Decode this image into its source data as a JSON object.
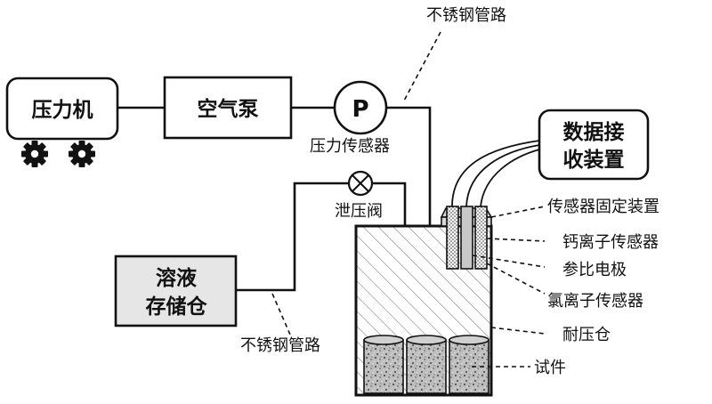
{
  "labels": {
    "compressor": "压力机",
    "air_pump": "空气泵",
    "pressure_gauge_symbol": "P",
    "pressure_sensor": "压力传感器",
    "pipe_top": "不锈钢管路",
    "relief_valve": "泄压阀",
    "solution_tank_line1": "溶液",
    "solution_tank_line2": "存储仓",
    "pipe_bottom": "不锈钢管路",
    "data_receiver_line1": "数据接",
    "data_receiver_line2": "收装置",
    "sensor_mount": "传感器固定装置",
    "calcium_sensor": "钙离子传感器",
    "reference_electrode": "参比电极",
    "chloride_sensor": "氯离子传感器",
    "pressure_chamber": "耐压仓",
    "specimen": "试件"
  },
  "icons": {
    "gear": "gear-icon",
    "valve": "valve-cross-icon"
  },
  "colors": {
    "line": "#111111",
    "tank_fill": "#e6e6e6",
    "hatch": "#8a8a8a"
  }
}
